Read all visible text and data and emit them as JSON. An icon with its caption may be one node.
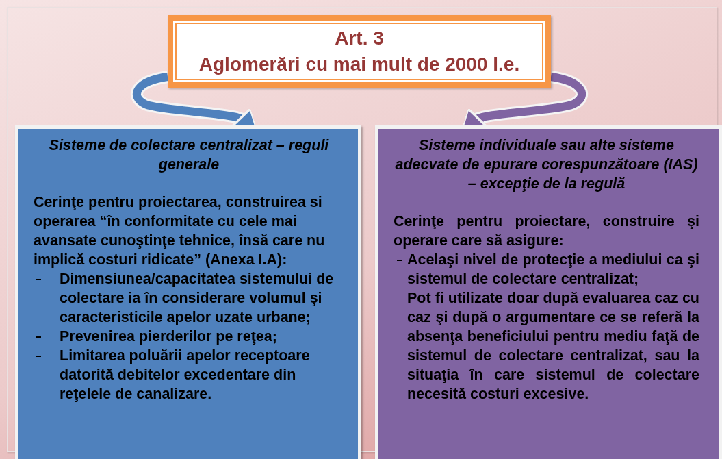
{
  "diagram": {
    "nodes": [
      {
        "text": [
          "Art. 3",
          "Aglomerări cu mai mult de 2000 l.e."
        ]
      },
      {
        "text": [
          "Sisteme de colectare centralizat – reguli generale",
          "Cerinţe pentru proiectarea, construirea si operarea “în conformitate cu cele mai avansate cunoştinţe tehnice, însă care nu implică costuri ridicate” (Anexa I.A):",
          "Dimensiunea/capacitatea sistemului de colectare ia în considerare volumul şi caracteristicile apelor uzate urbane;",
          "Prevenirea pierderilor pe reţea;",
          "Limitarea poluării apelor receptoare datorită debitelor excedentare din reţelele de canalizare."
        ]
      },
      {
        "text": [
          "Sisteme individuale sau alte sisteme adecvate de epurare corespunzătoare (IAS) – excepţie de la regulă",
          "Cerinţe pentru proiectare, construire şi operare care să asigure:",
          "Acelaşi nivel de protecţie a mediului ca şi sistemul de colectare centralizat;",
          "Pot fi utilizate doar după evaluarea caz cu caz şi după o argumentare ce se referă la absenţa beneficiului pentru mediu faţă de sistemul de colectare centralizat, sau la situaţia în care sistemul de colectare necesită costuri excesive."
        ]
      }
    ],
    "edges": [
      {
        "from": 0,
        "to": 1,
        "arrow": "to",
        "color": "#4f81bd"
      },
      {
        "from": 0,
        "to": 2,
        "arrow": "to",
        "color": "#8064a2"
      }
    ]
  }
}
